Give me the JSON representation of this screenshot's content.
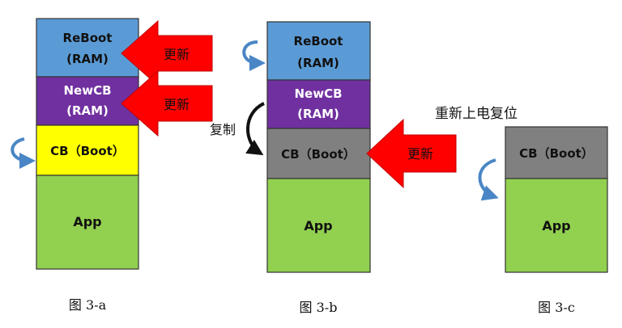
{
  "panel_a": {
    "reboot_l1": "ReBoot",
    "reboot_l2": "(RAM)",
    "newcb_l1": "NewCB",
    "newcb_l2": "(RAM)",
    "cb": "CB（Boot）",
    "app": "App",
    "arrow1_label": "更新",
    "arrow2_label": "更新",
    "caption": "图 3-a"
  },
  "panel_b": {
    "reboot_l1": "ReBoot",
    "reboot_l2": "(RAM)",
    "newcb_l1": "NewCB",
    "newcb_l2": "(RAM)",
    "cb": "CB（Boot）",
    "app": "App",
    "copy_label": "复制",
    "arrow_label": "更新",
    "caption": "图 3-b"
  },
  "panel_c": {
    "power_label": "重新上电复位",
    "cb": "CB（Boot）",
    "app": "App",
    "caption": "图 3-c"
  },
  "colors": {
    "reboot": "#5b9bd5",
    "newcb": "#7030a0",
    "cb_boot": "#ffff00",
    "cb_gray": "#808080",
    "app": "#92d050",
    "arrow_red": "#ff0000",
    "curve_blue": "#4a86c5"
  },
  "icons": {
    "loop_arrow": "curved-loop-arrow-icon",
    "update_arrow": "red-left-arrow-icon"
  }
}
